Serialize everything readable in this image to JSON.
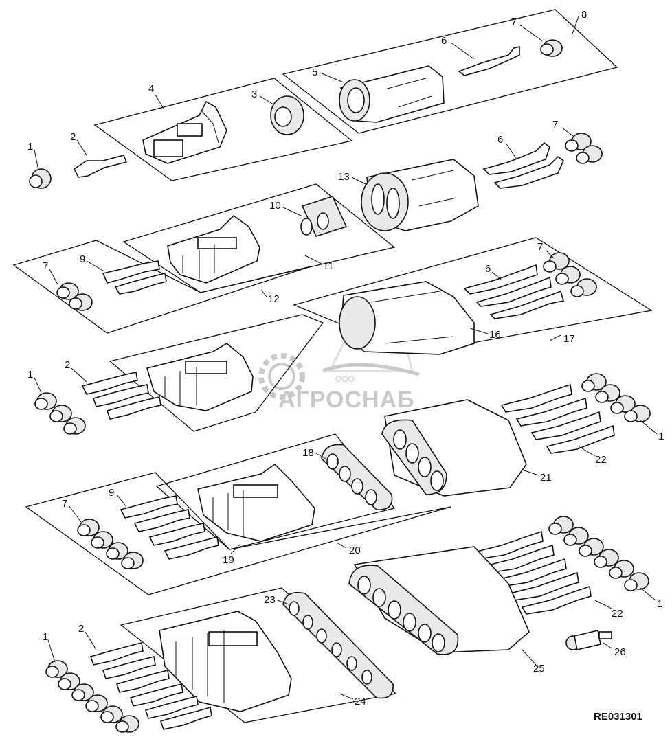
{
  "diagram": {
    "reference_code": "RE031301",
    "watermark": {
      "company_prefix": "ООО",
      "company_name": "АГРОСНАБ"
    },
    "callouts": [
      {
        "id": "c8",
        "label": "8"
      },
      {
        "id": "c7a",
        "label": "7"
      },
      {
        "id": "c6a",
        "label": "6"
      },
      {
        "id": "c5",
        "label": "5"
      },
      {
        "id": "c4",
        "label": "4"
      },
      {
        "id": "c3",
        "label": "3"
      },
      {
        "id": "c2a",
        "label": "2"
      },
      {
        "id": "c1a",
        "label": "1"
      },
      {
        "id": "c7b",
        "label": "7"
      },
      {
        "id": "c6b",
        "label": "6"
      },
      {
        "id": "c13",
        "label": "13"
      },
      {
        "id": "c10",
        "label": "10"
      },
      {
        "id": "c11",
        "label": "11"
      },
      {
        "id": "c7c",
        "label": "7"
      },
      {
        "id": "c9a",
        "label": "9"
      },
      {
        "id": "c12",
        "label": "12"
      },
      {
        "id": "c7d",
        "label": "7"
      },
      {
        "id": "c6c",
        "label": "6"
      },
      {
        "id": "c16",
        "label": "16"
      },
      {
        "id": "c17",
        "label": "17"
      },
      {
        "id": "c1b",
        "label": "1"
      },
      {
        "id": "c2b",
        "label": "2"
      },
      {
        "id": "c1c",
        "label": "1"
      },
      {
        "id": "c22a",
        "label": "22"
      },
      {
        "id": "c21",
        "label": "21"
      },
      {
        "id": "c18",
        "label": "18"
      },
      {
        "id": "c7e",
        "label": "7"
      },
      {
        "id": "c9b",
        "label": "9"
      },
      {
        "id": "c19",
        "label": "19"
      },
      {
        "id": "c20",
        "label": "20"
      },
      {
        "id": "c1d",
        "label": "1"
      },
      {
        "id": "c22b",
        "label": "22"
      },
      {
        "id": "c23",
        "label": "23"
      },
      {
        "id": "c26",
        "label": "26"
      },
      {
        "id": "c25",
        "label": "25"
      },
      {
        "id": "c1e",
        "label": "1"
      },
      {
        "id": "c2c",
        "label": "2"
      },
      {
        "id": "c24",
        "label": "24"
      }
    ]
  }
}
